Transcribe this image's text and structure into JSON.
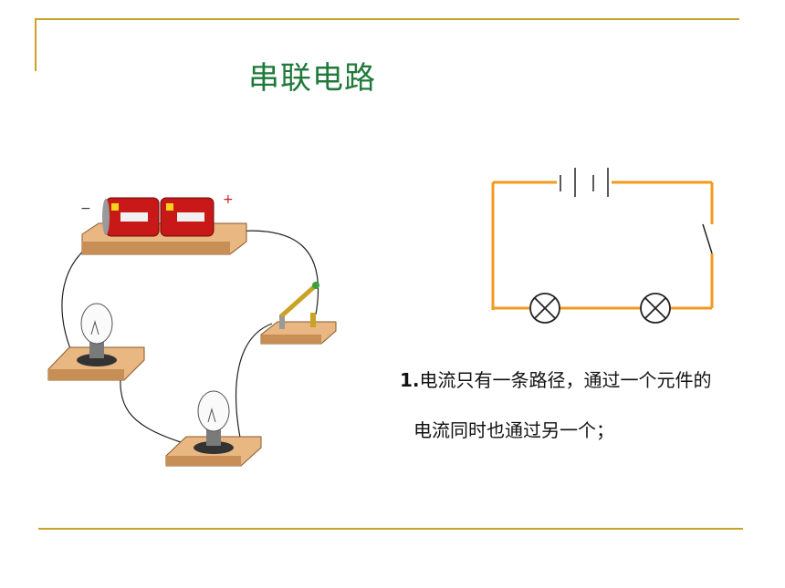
{
  "slide": {
    "title": "串联电路",
    "point_number": "1.",
    "point_line1": "电流只有一条路径，通过一个元件的",
    "point_line2": "电流同时也通过另一个；"
  },
  "colors": {
    "title": "#1f7a3a",
    "rule": "#c9a227",
    "wire_schematic": "#f39a1e",
    "battery_red": "#c81818",
    "board_wood": "#e8b782"
  },
  "illustration": {
    "battery_labels": [
      "+",
      "−"
    ]
  }
}
